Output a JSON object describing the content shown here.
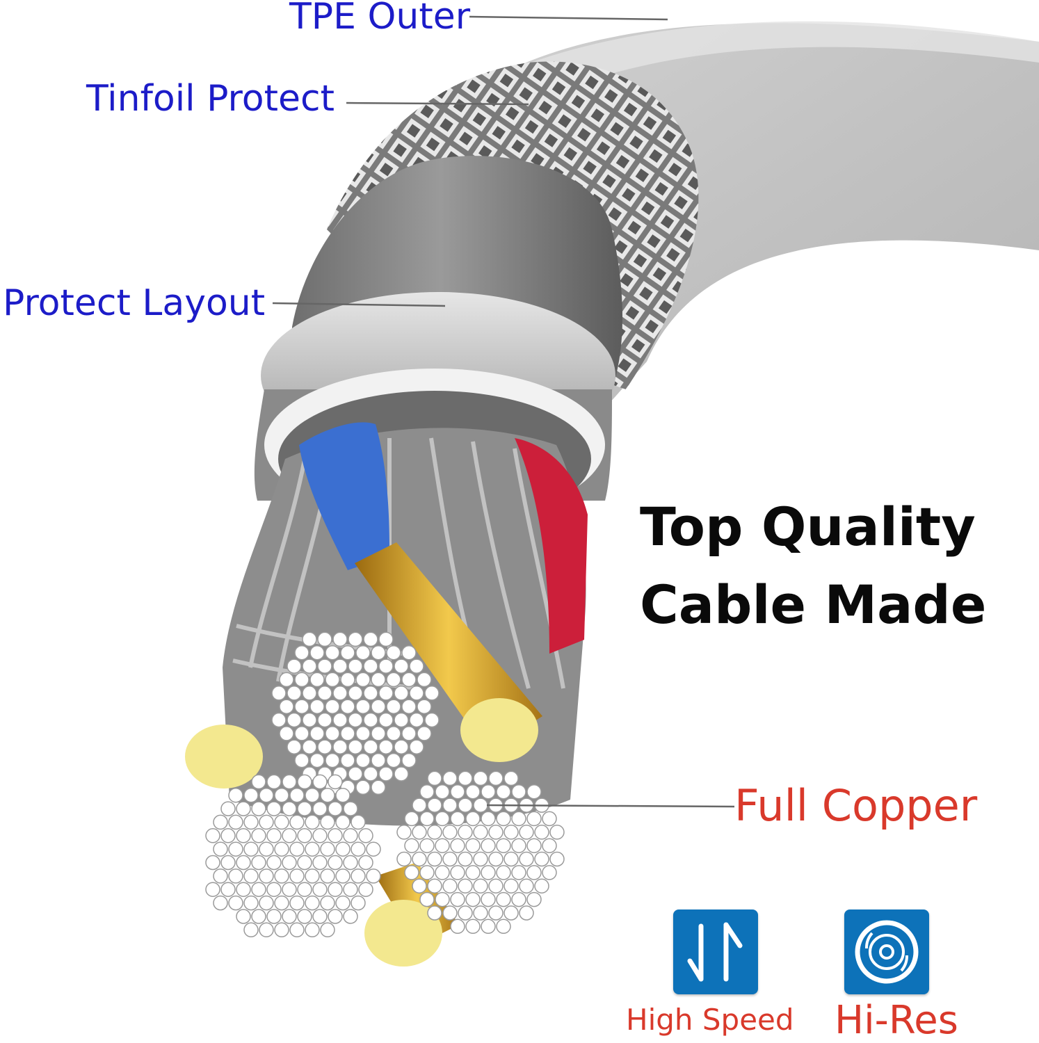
{
  "labels": {
    "tpe_outer": "TPE Outer",
    "tinfoil_protect": "Tinfoil Protect",
    "protect_layout": "Protect Layout",
    "full_copper": "Full Copper"
  },
  "headline": {
    "line1": "Top Quality",
    "line2": "Cable Made"
  },
  "badges": {
    "high_speed": {
      "label": "High Speed",
      "icon": "up-down-arrows-icon"
    },
    "hi_res": {
      "label": "Hi-Res",
      "icon": "disc-icon"
    }
  },
  "colors": {
    "label_blue": "#1c1cc8",
    "label_red": "#d9392b",
    "badge_blue": "#0d72b9",
    "headline": "#0a0a0a"
  }
}
